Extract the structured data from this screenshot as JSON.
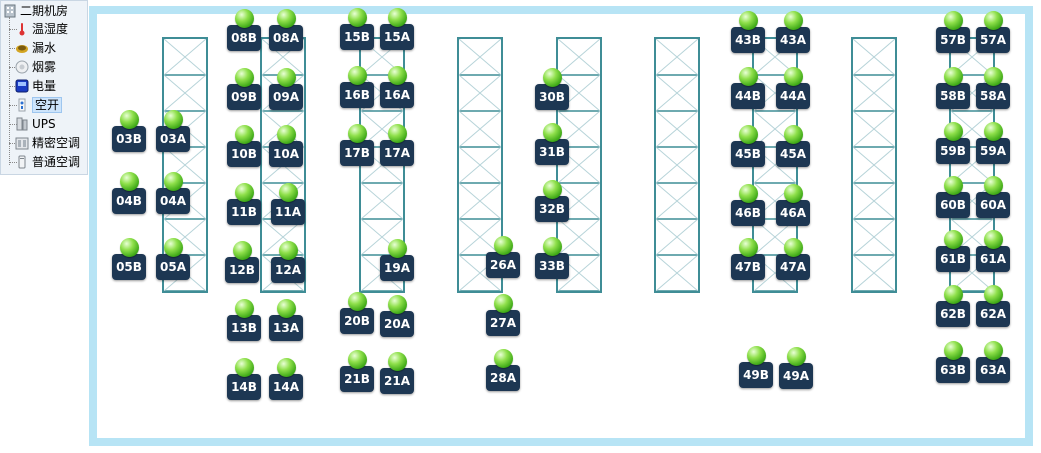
{
  "tree": {
    "root_label": "二期机房",
    "items": [
      {
        "label": "温湿度",
        "icon": "thermometer-icon"
      },
      {
        "label": "漏水",
        "icon": "water-leak-icon"
      },
      {
        "label": "烟雾",
        "icon": "smoke-detector-icon"
      },
      {
        "label": "电量",
        "icon": "power-meter-icon"
      },
      {
        "label": "空开",
        "icon": "air-switch-icon",
        "selected": true
      },
      {
        "label": "UPS",
        "icon": "ups-icon"
      },
      {
        "label": "精密空调",
        "icon": "precision-ac-icon"
      },
      {
        "label": "普通空调",
        "icon": "ac-icon"
      }
    ]
  },
  "status_color": "#3aa614",
  "tag_color": "#1d3753",
  "room_border_color": "#b7e4f5",
  "rack_color": "#3f8d96",
  "sensors": [
    "03B",
    "03A",
    "04B",
    "04A",
    "05B",
    "05A",
    "08B",
    "08A",
    "09B",
    "09A",
    "10B",
    "10A",
    "11B",
    "11A",
    "12B",
    "12A",
    "13B",
    "13A",
    "14B",
    "14A",
    "15B",
    "15A",
    "16B",
    "16A",
    "17B",
    "17A",
    "19A",
    "20B",
    "20A",
    "21B",
    "21A",
    "26A",
    "27A",
    "28A",
    "30B",
    "31B",
    "32B",
    "33B",
    "43B",
    "43A",
    "44B",
    "44A",
    "45B",
    "45A",
    "46B",
    "46A",
    "47B",
    "47A",
    "49B",
    "49A",
    "57B",
    "57A",
    "58B",
    "58A",
    "59B",
    "59A",
    "60B",
    "60A",
    "61B",
    "61A",
    "62B",
    "62A",
    "63B",
    "63A"
  ]
}
